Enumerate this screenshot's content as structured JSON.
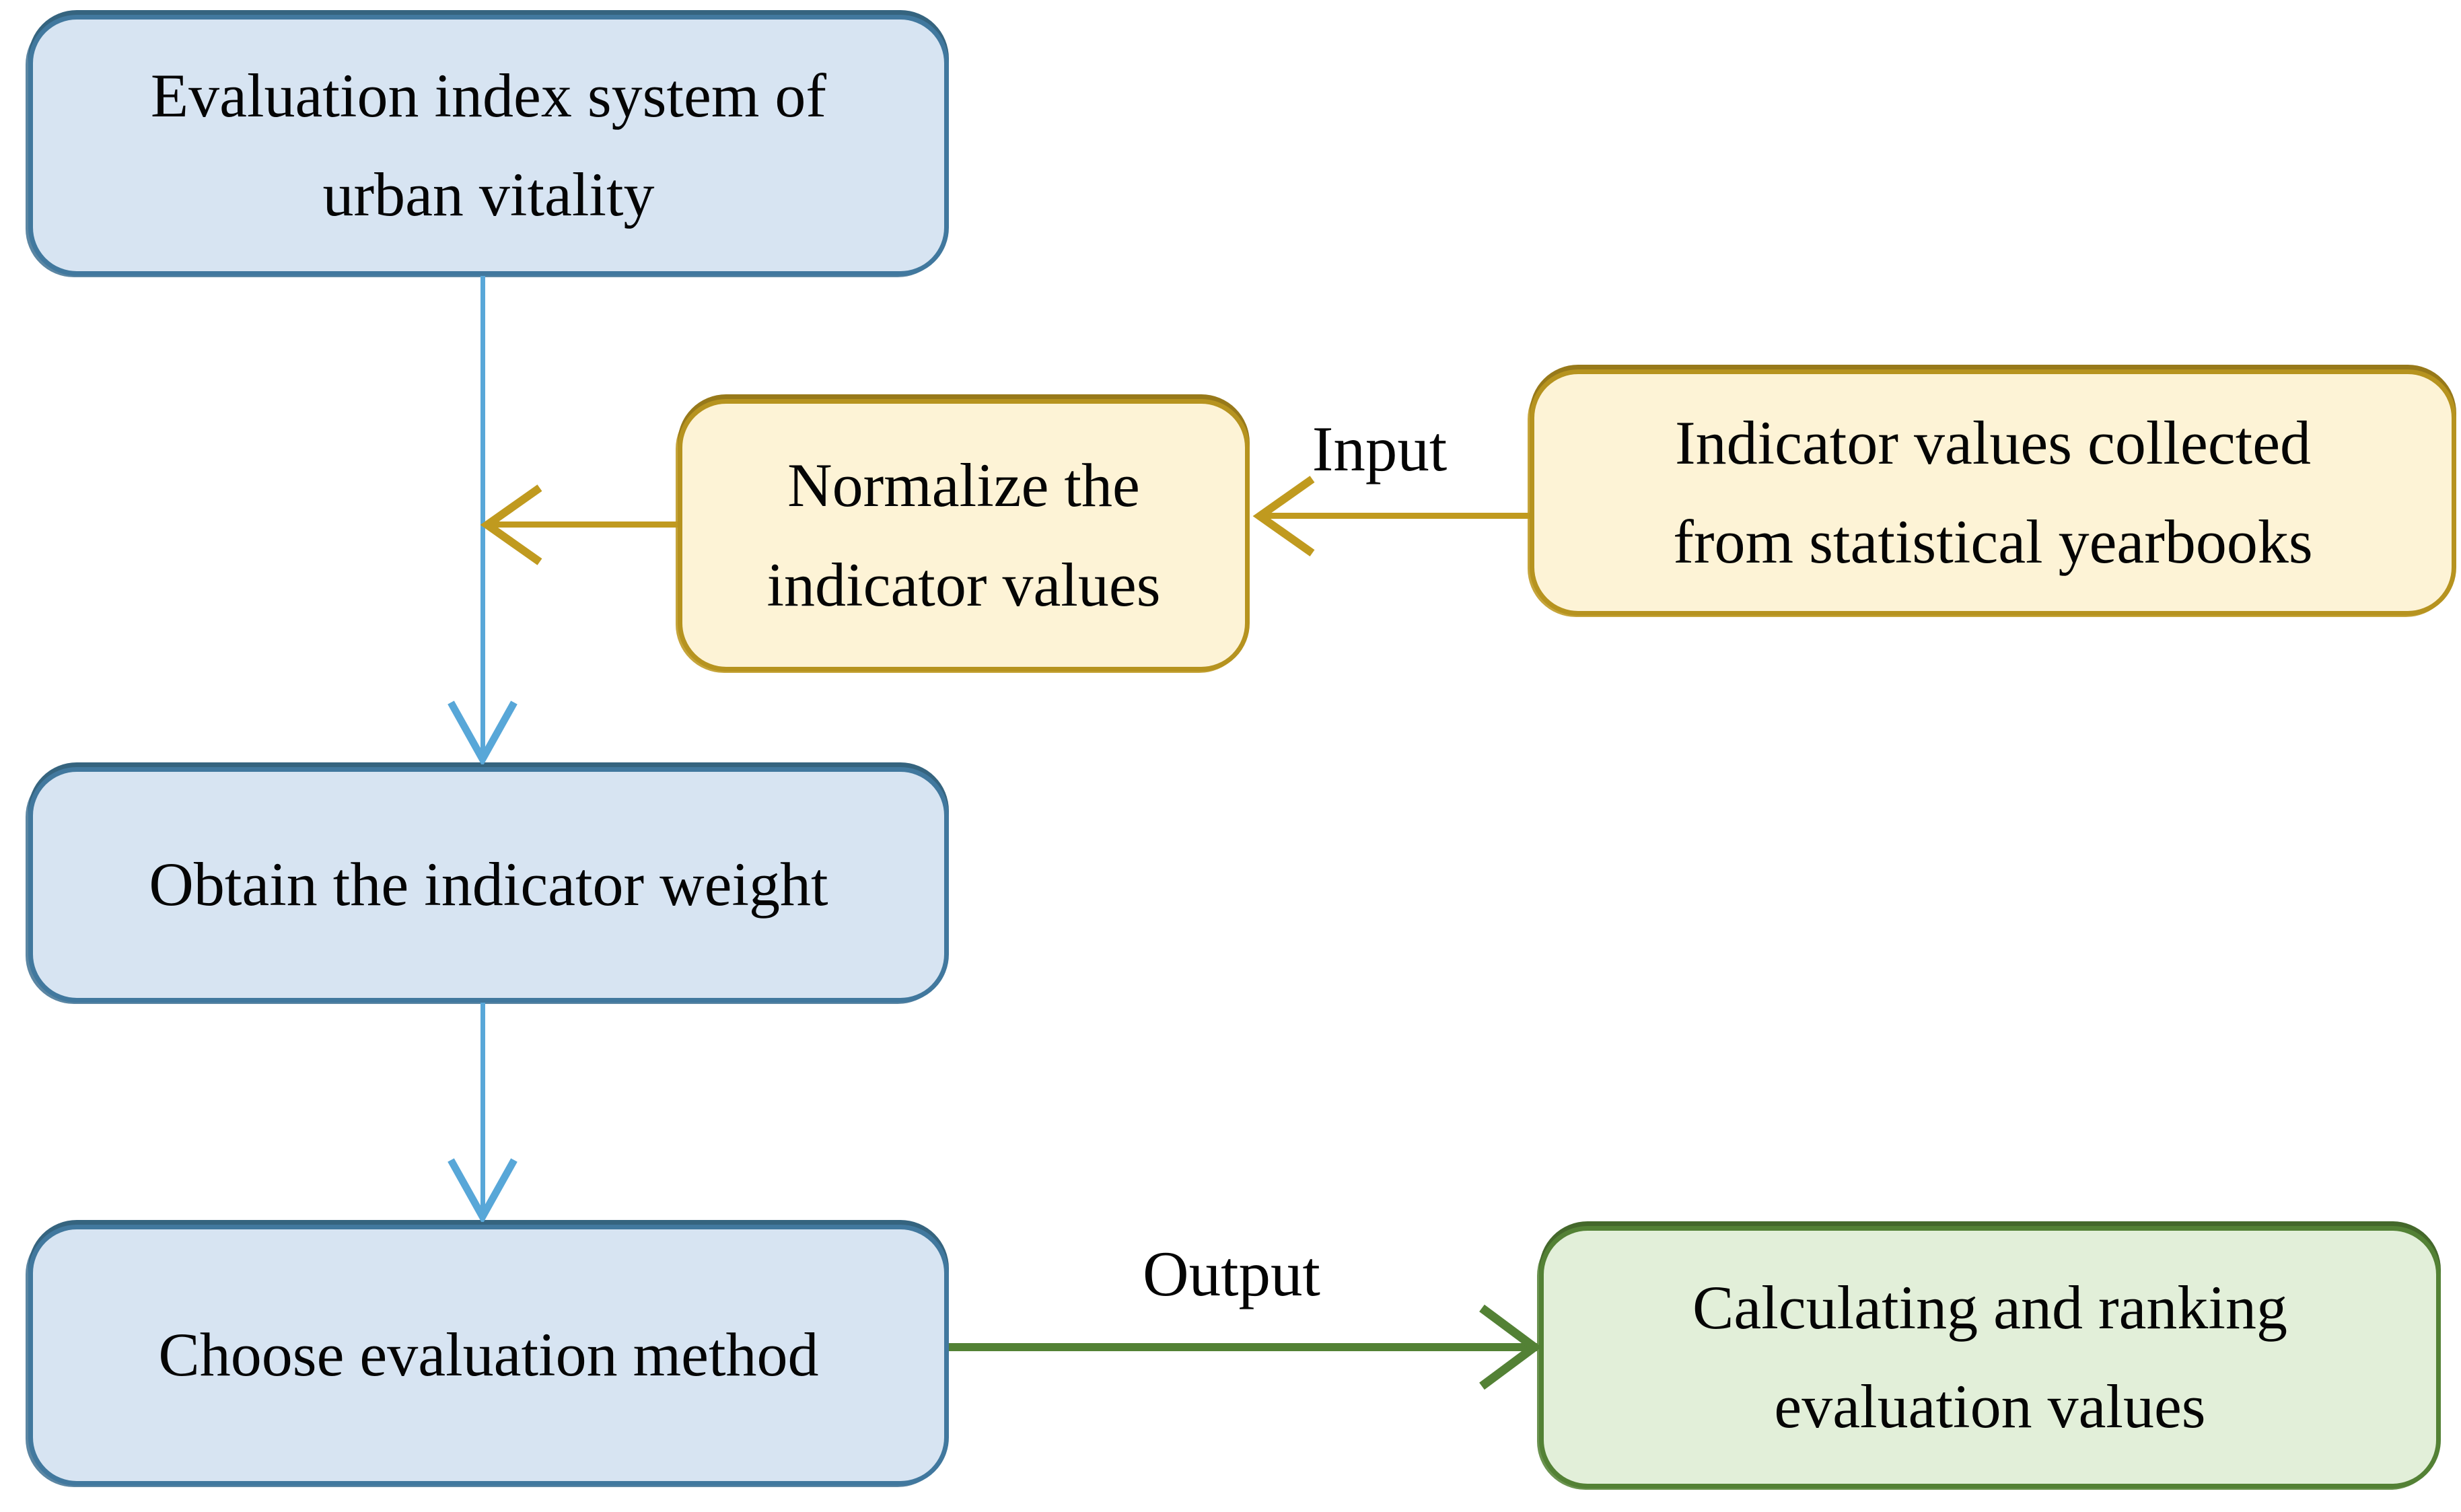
{
  "diagram": {
    "title_hint": "urban vitality evaluation flowchart",
    "boxes": {
      "evaluation_index": {
        "line1": "Evaluation index system of",
        "line2": "urban vitality"
      },
      "normalize": {
        "line1": "Normalize the",
        "line2": "indicator values"
      },
      "yearbooks": {
        "line1": "Indicator values collected",
        "line2": "from statistical yearbooks"
      },
      "obtain_weight": {
        "text": "Obtain the indicator weight"
      },
      "choose_method": {
        "text": "Choose evaluation method"
      },
      "calc_rank": {
        "line1": "Calculating and ranking",
        "line2": "evaluation values"
      }
    },
    "labels": {
      "input": "Input",
      "output": "Output"
    },
    "colors": {
      "blue_fill": "#d7e4f2",
      "blue_border": "#41789e",
      "gold_fill": "#fdf3d6",
      "gold_border": "#b6931f",
      "green_fill": "#e2efd9",
      "green_border": "#538135",
      "arrow_blue": "#58a7d8",
      "arrow_gold": "#c09a1f",
      "arrow_green": "#538135",
      "text": "#050505",
      "background": "#ffffff"
    }
  }
}
